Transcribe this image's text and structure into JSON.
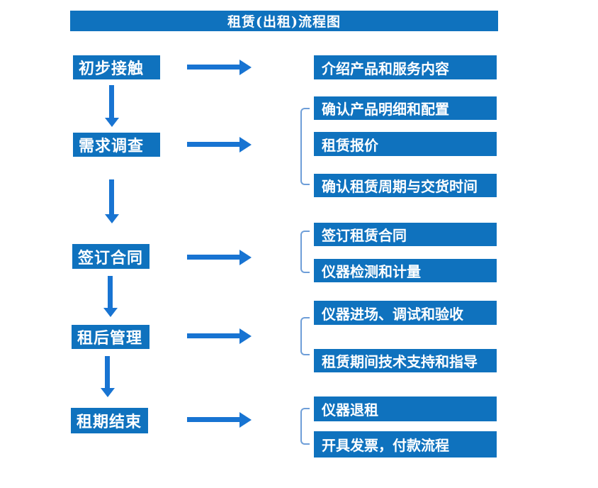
{
  "title": "租赁(出租)流程图",
  "colors": {
    "box_blue": "#0f72be",
    "arrow_blue": "#1874d2",
    "bracket_blue": "#6e9ed8",
    "text_white": "#ffffff",
    "background": "#ffffff"
  },
  "steps": [
    {
      "label": "初步接触",
      "details": [
        "介绍产品和服务内容"
      ]
    },
    {
      "label": "需求调查",
      "details": [
        "确认产品明细和配置",
        "租赁报价",
        "确认租赁周期与交货时间"
      ]
    },
    {
      "label": "签订合同",
      "details": [
        "签订租赁合同",
        "仪器检测和计量"
      ]
    },
    {
      "label": "租后管理",
      "details": [
        "仪器进场、调试和验收",
        "租赁期间技术支持和指导"
      ]
    },
    {
      "label": "租期结束",
      "details": [
        "仪器退租",
        "开具发票，付款流程"
      ]
    }
  ]
}
